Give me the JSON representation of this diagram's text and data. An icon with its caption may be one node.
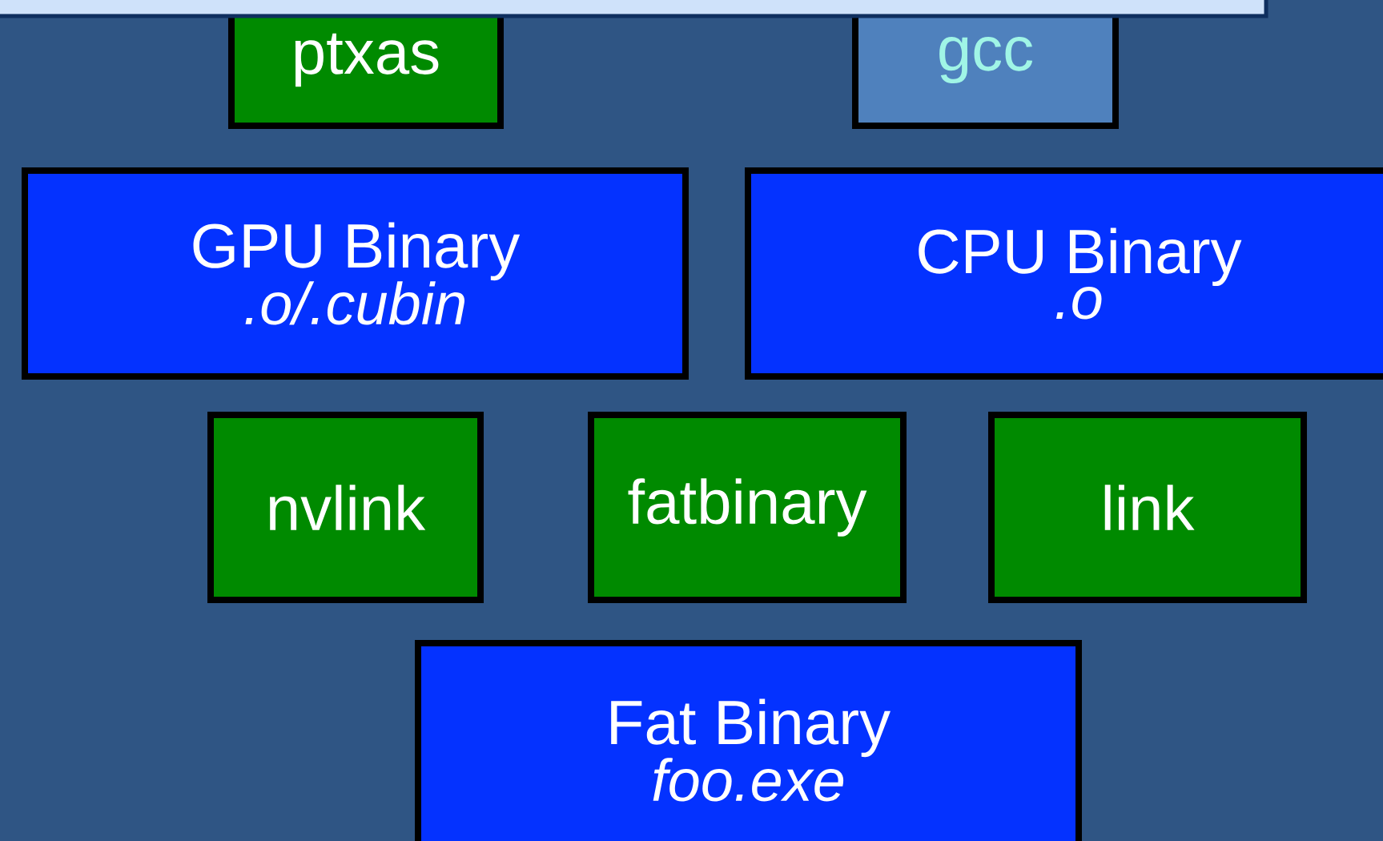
{
  "diagram": {
    "nodes": [
      {
        "text": [
          "ptxas"
        ]
      },
      {
        "text": [
          "gcc"
        ]
      },
      {
        "text": [
          "GPU Binary",
          ".o/.cubin"
        ]
      },
      {
        "text": [
          "CPU Binary",
          ".o"
        ]
      },
      {
        "text": [
          "nvlink"
        ]
      },
      {
        "text": [
          "fatbinary"
        ]
      },
      {
        "text": [
          "link"
        ]
      },
      {
        "text": [
          "Fat Binary",
          "foo.exe"
        ]
      }
    ]
  }
}
